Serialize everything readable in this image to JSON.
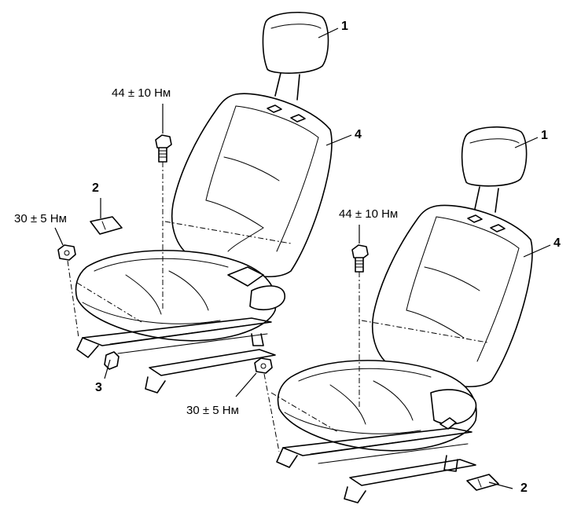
{
  "labels": {
    "headrest": "1",
    "stopper": "2",
    "connector": "3",
    "seat": "4",
    "torque_bolt": "44 ± 10 Нм",
    "torque_nut": "30 ± 5 Нм"
  },
  "colors": {
    "line": "#000000",
    "background": "#ffffff"
  }
}
